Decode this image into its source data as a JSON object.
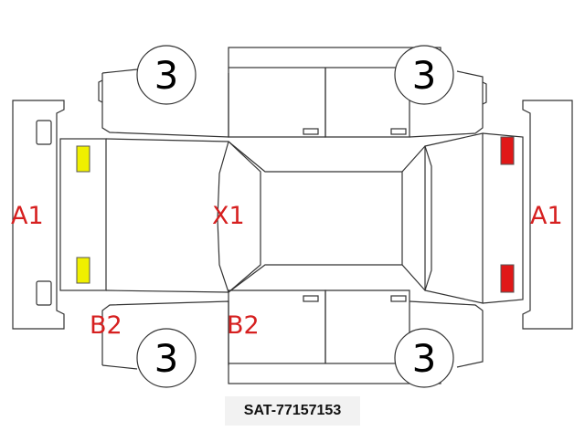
{
  "labels": {
    "front_bumper": "A1",
    "rear_bumper": "A1",
    "roof": "X1",
    "left_sill": "B2",
    "left_pillar": "B2"
  },
  "wheels": {
    "front_left": "3",
    "rear_left": "3",
    "front_right": "3",
    "rear_right": "3"
  },
  "caption": "SAT-77157153",
  "colors": {
    "damage_text": "#d62020",
    "front_lamps": "#f0f000",
    "rear_lamps": "#e01818",
    "outline": "#333333"
  }
}
